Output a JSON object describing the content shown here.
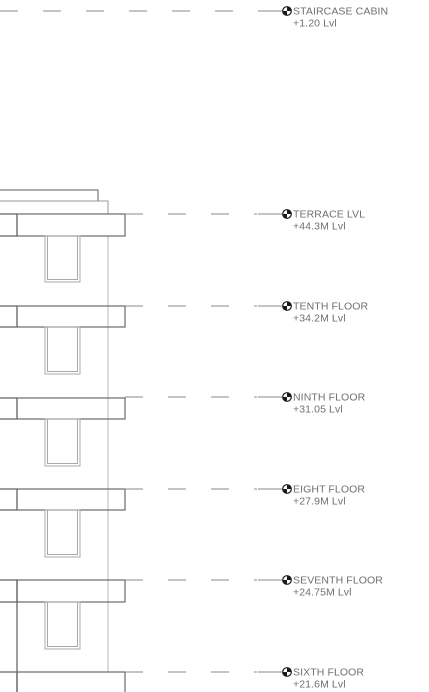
{
  "drawing": {
    "type": "building elevation",
    "levels": [
      {
        "name": "STAIRCASE CABIN",
        "elevation": "+1.20 Lvl"
      },
      {
        "name": "TERRACE LVL",
        "elevation": "+44.3M Lvl"
      },
      {
        "name": "TENTH FLOOR",
        "elevation": "+34.2M Lvl"
      },
      {
        "name": "NINTH FLOOR",
        "elevation": "+31.05 Lvl"
      },
      {
        "name": "EIGHT FLOOR",
        "elevation": "+27.9M Lvl"
      },
      {
        "name": "SEVENTH FLOOR",
        "elevation": "+24.75M Lvl"
      },
      {
        "name": "SIXTH FLOOR",
        "elevation": "+21.6M Lvl"
      }
    ],
    "colors": {
      "line": "#8a8a8a",
      "outline": "#5e5e5e",
      "light": "#b8b8b8",
      "text": "#6f6f6f",
      "marker": "#1a1a1a"
    }
  }
}
